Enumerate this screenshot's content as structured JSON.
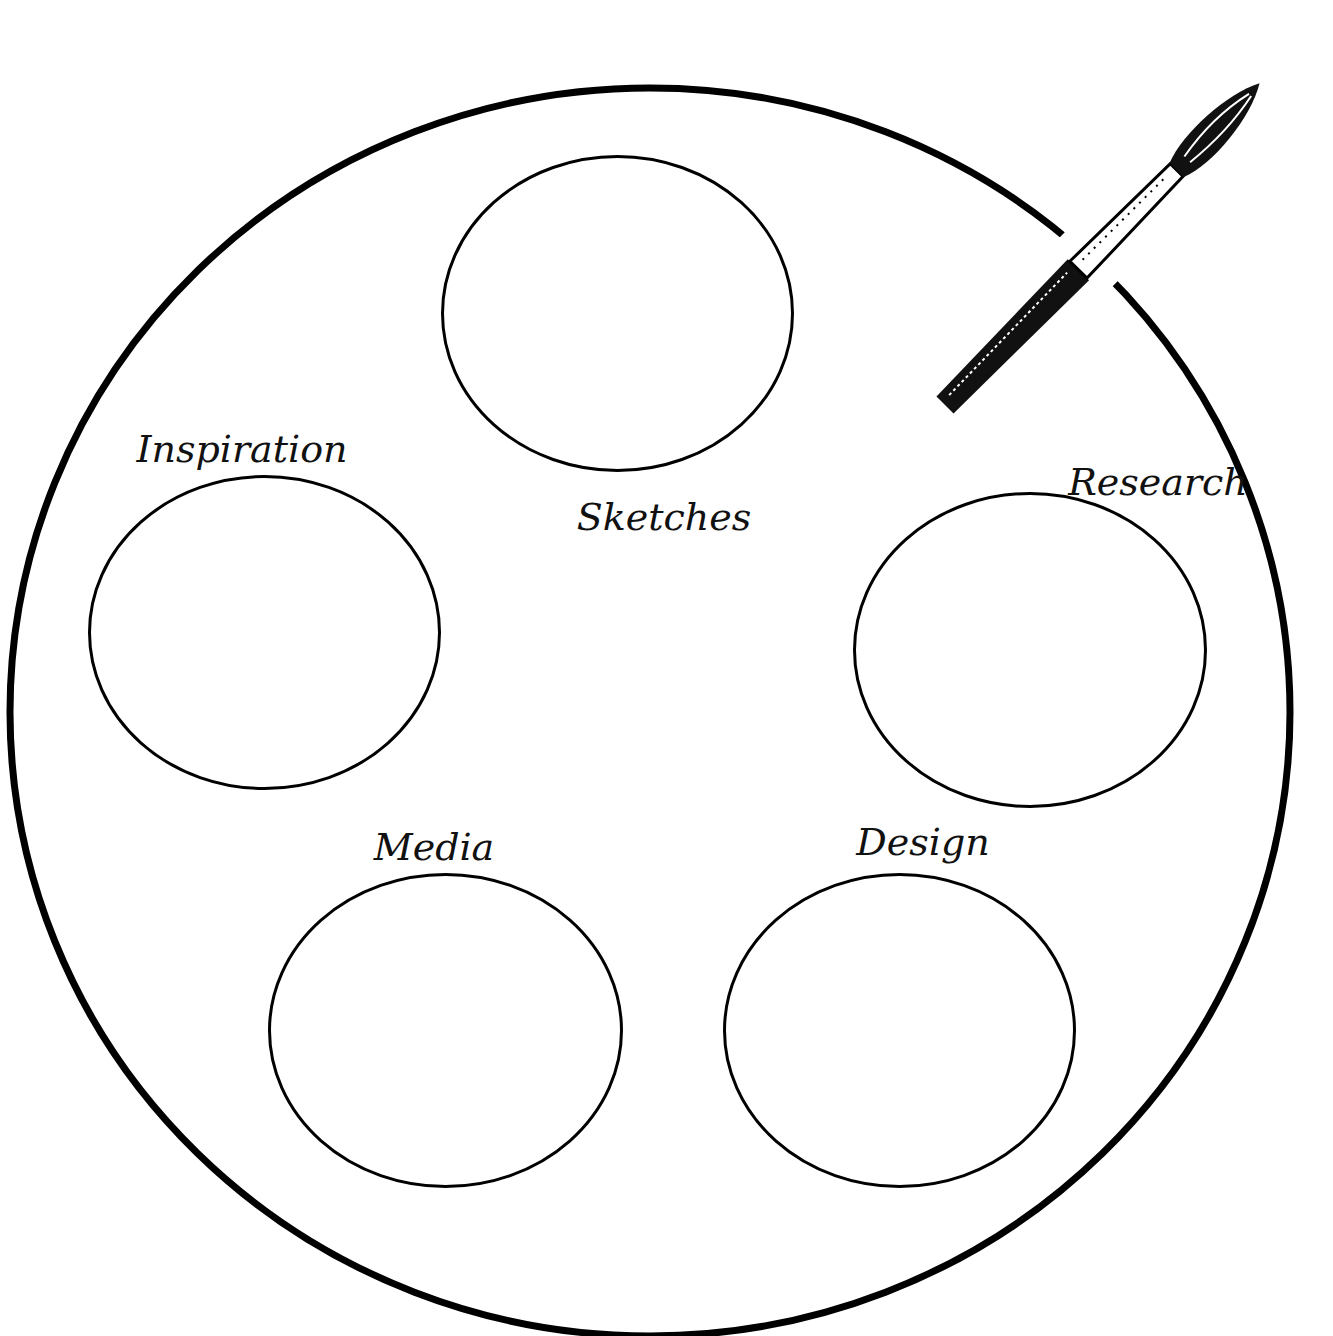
{
  "diagram": {
    "nodes": [
      {
        "text": [
          "Sketches"
        ]
      },
      {
        "text": [
          "Inspiration"
        ]
      },
      {
        "text": [
          "Research"
        ]
      },
      {
        "text": [
          "Media"
        ]
      },
      {
        "text": [
          "Design"
        ]
      }
    ]
  }
}
